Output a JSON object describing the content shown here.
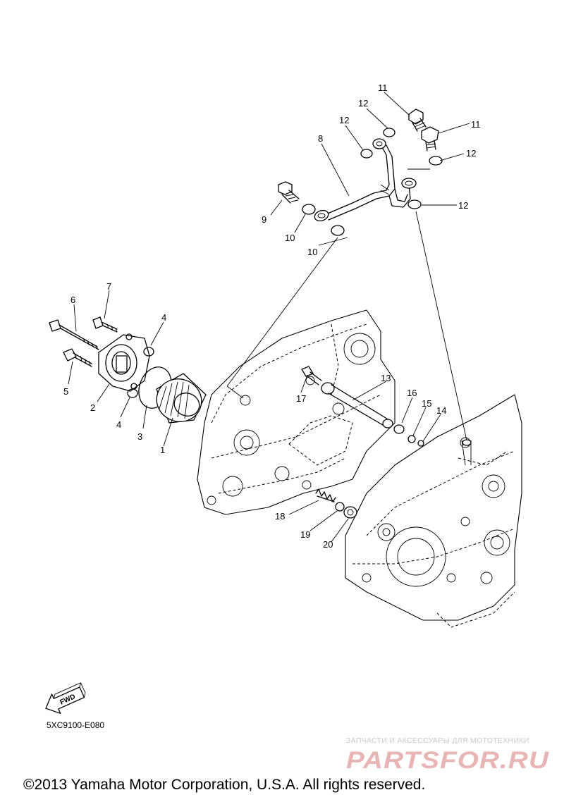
{
  "callouts": [
    "1",
    "2",
    "3",
    "4",
    "4",
    "5",
    "6",
    "7",
    "8",
    "9",
    "10",
    "10",
    "11",
    "11",
    "12",
    "12",
    "12",
    "12",
    "13",
    "14",
    "15",
    "16",
    "17",
    "18",
    "19",
    "20"
  ],
  "fwd_label": "FWD",
  "diagram_code": "5XC9100-E080",
  "watermark": {
    "tagline": "ЗАПЧАСТИ И АКСЕССУАРЫ ДЛЯ МОТОТЕХНИКИ",
    "logo_text": "PARTSFOR.RU",
    "logo_color": "#e8b4b4"
  },
  "copyright": "©2013 Yamaha Motor Corporation, U.S.A. All rights reserved."
}
